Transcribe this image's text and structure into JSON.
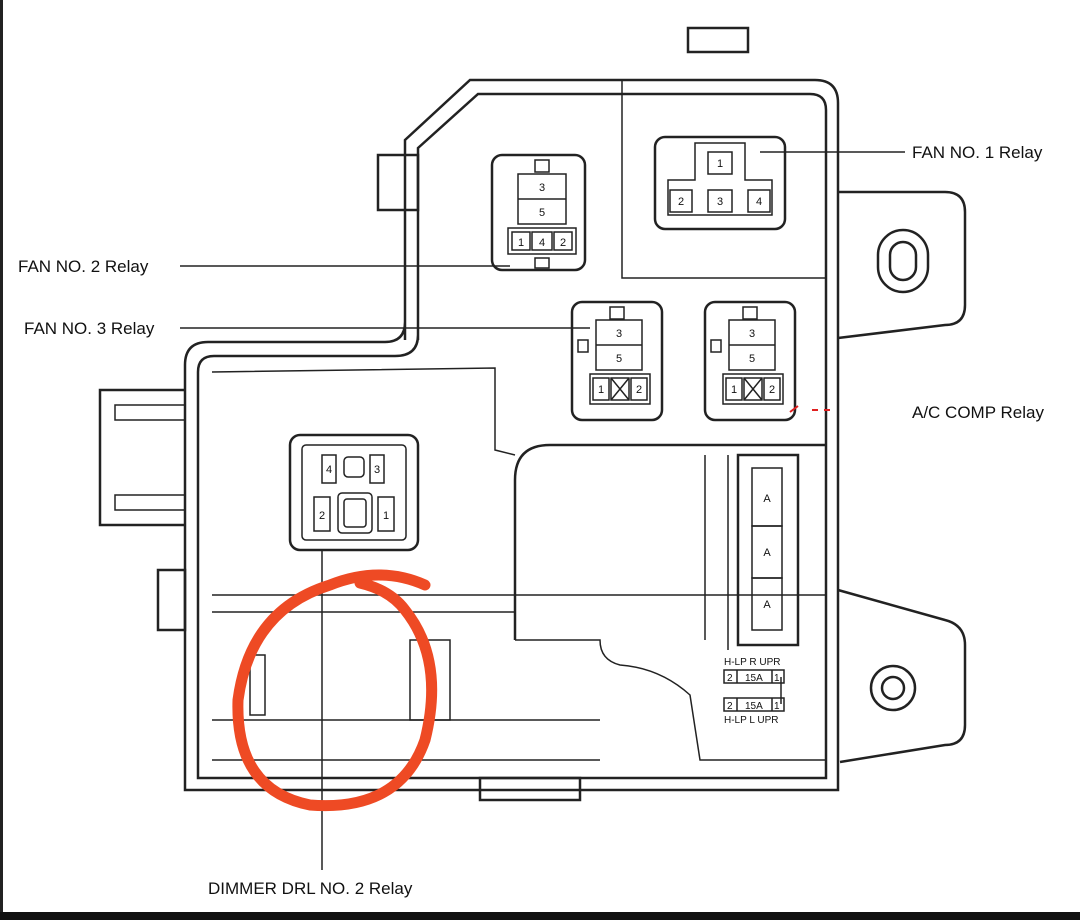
{
  "labels": {
    "fan1": "FAN NO. 1 Relay",
    "fan2": "FAN NO. 2 Relay",
    "fan3": "FAN NO. 3 Relay",
    "ac": "A/C COMP Relay",
    "dimmer": "DIMMER DRL NO. 2 Relay"
  },
  "fan1_pins": [
    "1",
    "2",
    "3",
    "4"
  ],
  "fan2_pins": [
    "3",
    "5",
    "1",
    "4",
    "2"
  ],
  "fan3_pins": [
    "3",
    "5",
    "1",
    "2"
  ],
  "ac_pins": [
    "3",
    "5",
    "1",
    "2"
  ],
  "dimmer_pins": [
    "4",
    "3",
    "2",
    "1"
  ],
  "fuses": [
    "A",
    "A",
    "A"
  ],
  "hlp": {
    "r_label": "H-LP R UPR",
    "l_label": "H-LP L UPR",
    "r_pins": [
      "2",
      "15A",
      "1"
    ],
    "l_pins": [
      "2",
      "15A",
      "1"
    ]
  },
  "colors": {
    "highlight": "#ee4a24",
    "line": "#222222"
  }
}
